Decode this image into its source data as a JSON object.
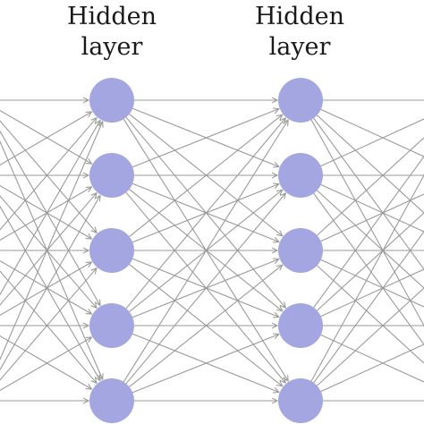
{
  "diagram": {
    "layers": [
      {
        "id": "input",
        "label_line1": "",
        "label_line2": "",
        "node_count": 5
      },
      {
        "id": "hidden1",
        "label_line1": "Hidden",
        "label_line2": "layer",
        "node_count": 5
      },
      {
        "id": "hidden2",
        "label_line1": "Hidden",
        "label_line2": "layer",
        "node_count": 5
      },
      {
        "id": "output",
        "label_line1": "",
        "label_line2": "",
        "node_count": 5
      }
    ],
    "connectivity": "fully-connected",
    "colors": {
      "node_fill": "#a3a6e0",
      "edge_stroke": "#9a9a9a",
      "label_text": "#1a1a1a",
      "background": "#ffffff"
    }
  }
}
